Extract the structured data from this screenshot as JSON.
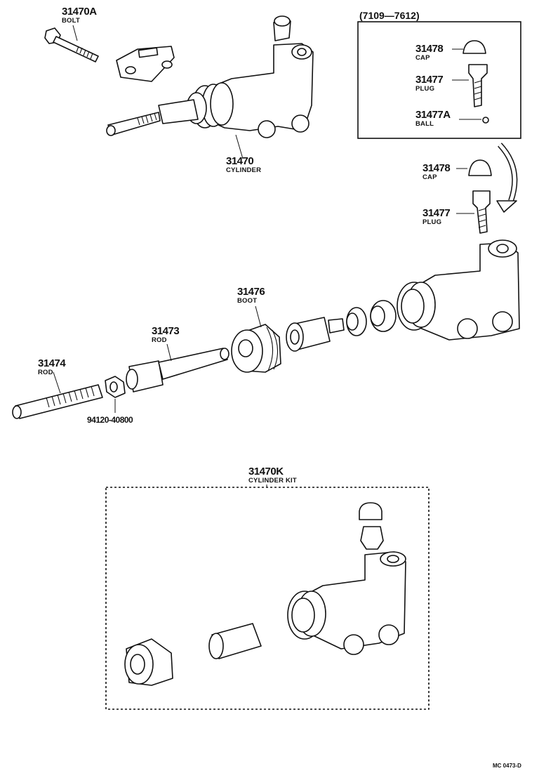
{
  "range_label": "(7109—7612)",
  "footer_code": "MC 0473-D",
  "callouts": {
    "bolt": {
      "number": "31470A",
      "name": "BOLT"
    },
    "cylinder": {
      "number": "31470",
      "name": "CYLINDER"
    },
    "cap_inset": {
      "number": "31478",
      "name": "CAP"
    },
    "plug_inset": {
      "number": "31477",
      "name": "PLUG"
    },
    "ball_inset": {
      "number": "31477A",
      "name": "BALL"
    },
    "cap": {
      "number": "31478",
      "name": "CAP"
    },
    "plug": {
      "number": "31477",
      "name": "PLUG"
    },
    "boot": {
      "number": "31476",
      "name": "BOOT"
    },
    "rod_mid": {
      "number": "31473",
      "name": "ROD"
    },
    "rod_left": {
      "number": "31474",
      "name": "ROD"
    },
    "nut": {
      "number": "94120-40800"
    },
    "cylinder_kit": {
      "number": "31470K",
      "name": "CYLINDER KIT"
    }
  }
}
